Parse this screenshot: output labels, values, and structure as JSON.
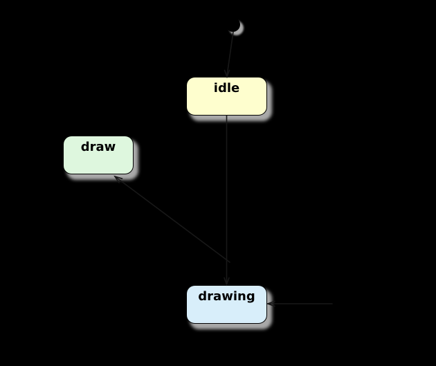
{
  "diagram": {
    "type": "uml-state-diagram",
    "background_color": "#000000",
    "shadow_color": "#a9a9a9",
    "line_color": "#181818",
    "border_color": "#000000",
    "text_color": "#000000",
    "initial_state": {
      "shape": "filled-circle",
      "fill": "#000000"
    },
    "states": [
      {
        "id": "idle",
        "label": "idle",
        "fill": "#fefece"
      },
      {
        "id": "draw",
        "label": "draw",
        "fill": "#def7de"
      },
      {
        "id": "drawing",
        "label": "drawing",
        "fill": "#d8eefa"
      }
    ],
    "transitions": [
      {
        "name": "initial-to-idle",
        "visible_as": "line stub at idle top edge"
      },
      {
        "name": "idle-down-to-drawing",
        "visible_as": "line stubs crossing shadows at idle bottom and drawing top"
      },
      {
        "name": "arrow-into-draw",
        "visible_as": "arrowhead entering draw bottom-right corner from lower right"
      },
      {
        "name": "arrow-into-drawing-right",
        "visible_as": "arrowhead entering drawing right edge from the right"
      }
    ]
  }
}
